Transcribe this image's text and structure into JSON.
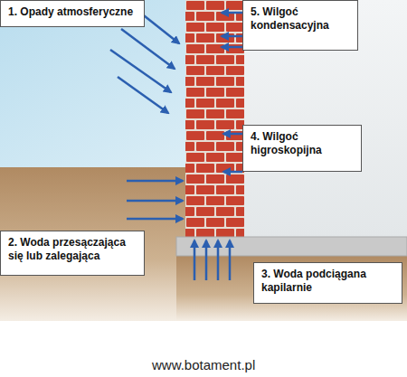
{
  "diagram": {
    "nodes": [
      {
        "text": [
          "1. Opady atmosferyczne"
        ]
      },
      {
        "text": [
          "5. Wilgoć kondensacyjna"
        ]
      },
      {
        "text": [
          "4. Wilgoć higroskopijna"
        ]
      },
      {
        "text": [
          "2. Woda przesączająca się lub zalegająca"
        ]
      },
      {
        "text": [
          "3. Woda podciągana kapilarnie"
        ]
      }
    ],
    "labels": [
      "www.botament.pl"
    ]
  }
}
